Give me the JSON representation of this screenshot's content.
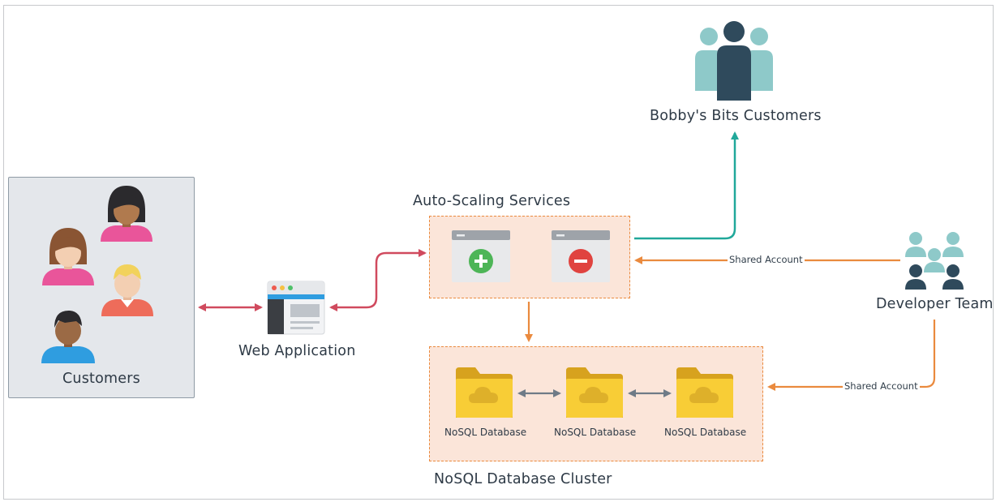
{
  "nodes": {
    "customers": {
      "label": "Customers"
    },
    "web_app": {
      "label": "Web Application"
    },
    "autoscaling": {
      "label": "Auto-Scaling Services"
    },
    "bobbys": {
      "label": "Bobby's Bits Customers"
    },
    "developer": {
      "label": "Developer Team"
    },
    "cluster": {
      "label": "NoSQL Database Cluster"
    },
    "databases": [
      {
        "label": "NoSQL Database"
      },
      {
        "label": "NoSQL Database"
      },
      {
        "label": "NoSQL Database"
      }
    ]
  },
  "edges": {
    "dev_to_autoscaling": {
      "label": "Shared Account"
    },
    "dev_to_cluster": {
      "label": "Shared Account"
    }
  },
  "icons": {
    "customers": [
      "woman-avatar-icon",
      "woman-avatar-icon",
      "man-avatar-icon",
      "man-avatar-icon"
    ],
    "web_app": "browser-window-icon",
    "scale_out": "plus-window-icon",
    "scale_in": "minus-window-icon",
    "bobbys": "people-group-icon",
    "developer": "team-icon",
    "database": "cloud-folder-icon"
  },
  "colors": {
    "customer_link": "#d04a5e",
    "bobbys_link": "#20a89a",
    "developer_link": "#ea8a3e",
    "database_link": "#6f7b87",
    "group_fill": "#fbe5d9",
    "group_border": "#ea8a3e",
    "customers_panel": "#e4e7eb"
  }
}
